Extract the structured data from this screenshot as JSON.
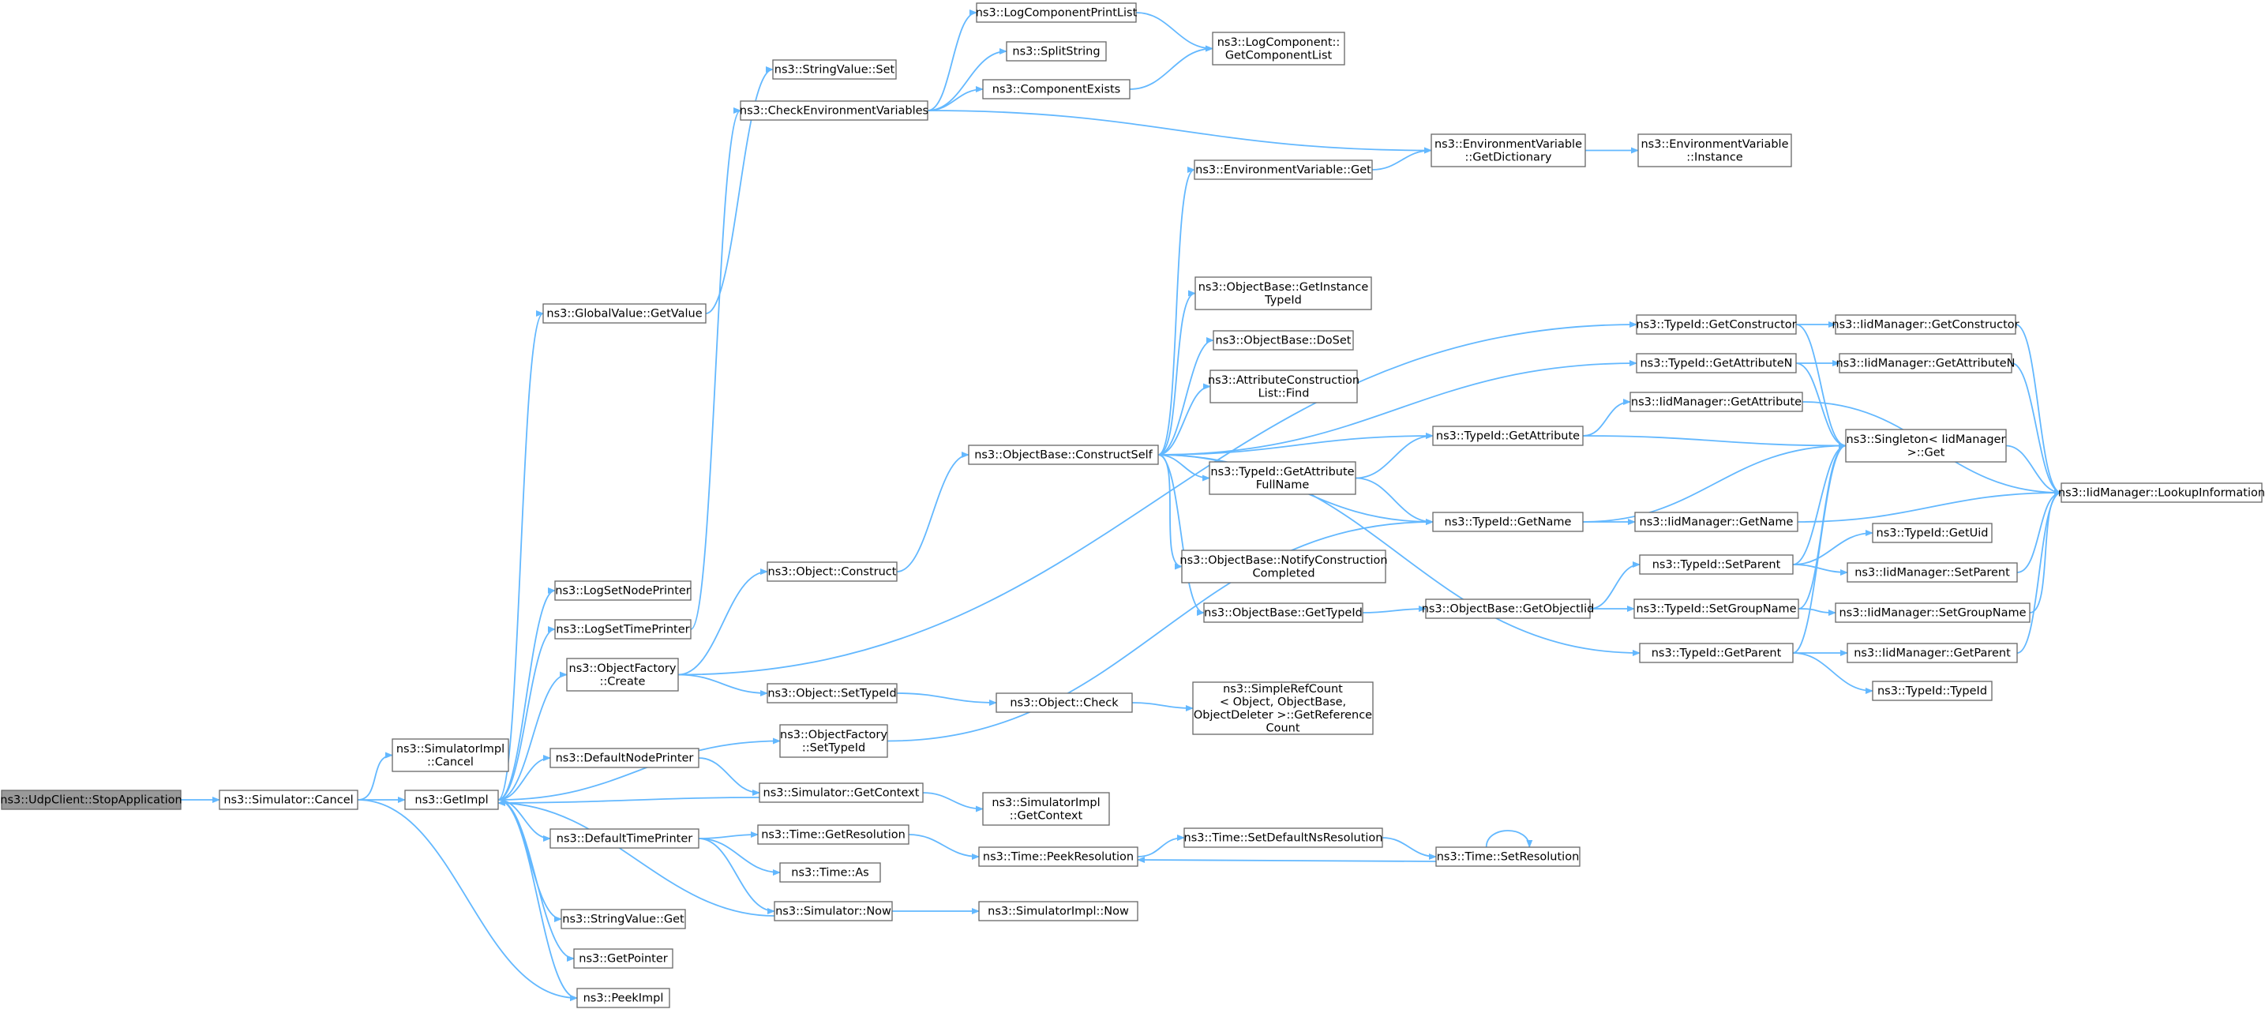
{
  "nodes": [
    {
      "id": "n0",
      "lines": [
        "ns3::UdpClient::StopApplication"
      ],
      "root": true
    },
    {
      "id": "n1",
      "lines": [
        "ns3::Simulator::Cancel"
      ]
    },
    {
      "id": "n2",
      "lines": [
        "ns3::SimulatorImpl",
        "::Cancel"
      ]
    },
    {
      "id": "n3",
      "lines": [
        "ns3::GetImpl"
      ]
    },
    {
      "id": "n4",
      "lines": [
        "ns3::PeekImpl"
      ]
    },
    {
      "id": "n5",
      "lines": [
        "ns3::GlobalValue::GetValue"
      ]
    },
    {
      "id": "n6",
      "lines": [
        "ns3::LogSetNodePrinter"
      ]
    },
    {
      "id": "n7",
      "lines": [
        "ns3::LogSetTimePrinter"
      ]
    },
    {
      "id": "n8",
      "lines": [
        "ns3::ObjectFactory",
        "::Create"
      ]
    },
    {
      "id": "n9",
      "lines": [
        "ns3::DefaultNodePrinter"
      ]
    },
    {
      "id": "n10",
      "lines": [
        "ns3::DefaultTimePrinter"
      ]
    },
    {
      "id": "n11",
      "lines": [
        "ns3::StringValue::Get"
      ]
    },
    {
      "id": "n12",
      "lines": [
        "ns3::GetPointer"
      ]
    },
    {
      "id": "n13",
      "lines": [
        "ns3::StringValue::Set"
      ]
    },
    {
      "id": "n14",
      "lines": [
        "ns3::CheckEnvironmentVariables"
      ]
    },
    {
      "id": "n15",
      "lines": [
        "ns3::Object::Construct"
      ]
    },
    {
      "id": "n16",
      "lines": [
        "ns3::Object::SetTypeId"
      ]
    },
    {
      "id": "n17",
      "lines": [
        "ns3::ObjectFactory",
        "::SetTypeId"
      ]
    },
    {
      "id": "n18",
      "lines": [
        "ns3::Simulator::GetContext"
      ]
    },
    {
      "id": "n19",
      "lines": [
        "ns3::Time::GetResolution"
      ]
    },
    {
      "id": "n20",
      "lines": [
        "ns3::Time::As"
      ]
    },
    {
      "id": "n21",
      "lines": [
        "ns3::Simulator::Now"
      ]
    },
    {
      "id": "n22",
      "lines": [
        "ns3::LogComponentPrintList"
      ]
    },
    {
      "id": "n23",
      "lines": [
        "ns3::SplitString"
      ]
    },
    {
      "id": "n24",
      "lines": [
        "ns3::ComponentExists"
      ]
    },
    {
      "id": "n25",
      "lines": [
        "ns3::ObjectBase::ConstructSelf"
      ]
    },
    {
      "id": "n26",
      "lines": [
        "ns3::Object::Check"
      ]
    },
    {
      "id": "n27",
      "lines": [
        "ns3::SimulatorImpl",
        "::GetContext"
      ]
    },
    {
      "id": "n28",
      "lines": [
        "ns3::Time::PeekResolution"
      ]
    },
    {
      "id": "n29",
      "lines": [
        "ns3::SimulatorImpl::Now"
      ]
    },
    {
      "id": "n30",
      "lines": [
        "ns3::LogComponent::",
        "GetComponentList"
      ]
    },
    {
      "id": "n31",
      "lines": [
        "ns3::EnvironmentVariable::Get"
      ]
    },
    {
      "id": "n32",
      "lines": [
        "ns3::ObjectBase::GetInstance",
        "TypeId"
      ]
    },
    {
      "id": "n33",
      "lines": [
        "ns3::ObjectBase::DoSet"
      ]
    },
    {
      "id": "n34",
      "lines": [
        "ns3::AttributeConstruction",
        "List::Find"
      ]
    },
    {
      "id": "n35",
      "lines": [
        "ns3::TypeId::GetAttribute",
        "FullName"
      ]
    },
    {
      "id": "n36",
      "lines": [
        "ns3::ObjectBase::NotifyConstruction",
        "Completed"
      ]
    },
    {
      "id": "n37",
      "lines": [
        "ns3::ObjectBase::GetTypeId"
      ]
    },
    {
      "id": "n38",
      "lines": [
        "ns3::SimpleRefCount",
        "< Object, ObjectBase,",
        "ObjectDeleter >::GetReference",
        "Count"
      ]
    },
    {
      "id": "n39",
      "lines": [
        "ns3::Time::SetDefaultNsResolution"
      ]
    },
    {
      "id": "n40",
      "lines": [
        "ns3::EnvironmentVariable",
        "::GetDictionary"
      ]
    },
    {
      "id": "n41",
      "lines": [
        "ns3::TypeId::GetAttribute"
      ]
    },
    {
      "id": "n42",
      "lines": [
        "ns3::TypeId::GetName"
      ]
    },
    {
      "id": "n43",
      "lines": [
        "ns3::ObjectBase::GetObjectIid"
      ]
    },
    {
      "id": "n44",
      "lines": [
        "ns3::Time::SetResolution"
      ]
    },
    {
      "id": "n45",
      "lines": [
        "ns3::EnvironmentVariable",
        "::Instance"
      ]
    },
    {
      "id": "n46",
      "lines": [
        "ns3::TypeId::GetConstructor"
      ]
    },
    {
      "id": "n47",
      "lines": [
        "ns3::TypeId::GetAttributeN"
      ]
    },
    {
      "id": "n48",
      "lines": [
        "ns3::IidManager::GetAttribute"
      ]
    },
    {
      "id": "n49",
      "lines": [
        "ns3::IidManager::GetName"
      ]
    },
    {
      "id": "n50",
      "lines": [
        "ns3::TypeId::SetParent"
      ]
    },
    {
      "id": "n51",
      "lines": [
        "ns3::TypeId::SetGroupName"
      ]
    },
    {
      "id": "n52",
      "lines": [
        "ns3::TypeId::GetParent"
      ]
    },
    {
      "id": "n53",
      "lines": [
        "ns3::IidManager::GetConstructor"
      ]
    },
    {
      "id": "n54",
      "lines": [
        "ns3::IidManager::GetAttributeN"
      ]
    },
    {
      "id": "n55",
      "lines": [
        "ns3::Singleton< IidManager",
        ">::Get"
      ]
    },
    {
      "id": "n56",
      "lines": [
        "ns3::TypeId::GetUid"
      ]
    },
    {
      "id": "n57",
      "lines": [
        "ns3::IidManager::SetParent"
      ]
    },
    {
      "id": "n58",
      "lines": [
        "ns3::IidManager::SetGroupName"
      ]
    },
    {
      "id": "n59",
      "lines": [
        "ns3::IidManager::GetParent"
      ]
    },
    {
      "id": "n60",
      "lines": [
        "ns3::TypeId::TypeId"
      ]
    },
    {
      "id": "n61",
      "lines": [
        "ns3::IidManager::LookupInformation"
      ]
    }
  ],
  "edges": [
    [
      "n0",
      "n1"
    ],
    [
      "n1",
      "n2"
    ],
    [
      "n1",
      "n3"
    ],
    [
      "n1",
      "n4"
    ],
    [
      "n3",
      "n4"
    ],
    [
      "n3",
      "n5"
    ],
    [
      "n3",
      "n6"
    ],
    [
      "n3",
      "n7"
    ],
    [
      "n3",
      "n8"
    ],
    [
      "n3",
      "n9"
    ],
    [
      "n3",
      "n10"
    ],
    [
      "n3",
      "n11"
    ],
    [
      "n3",
      "n12"
    ],
    [
      "n3",
      "n17"
    ],
    [
      "n5",
      "n13"
    ],
    [
      "n7",
      "n14"
    ],
    [
      "n8",
      "n15"
    ],
    [
      "n8",
      "n16"
    ],
    [
      "n8",
      "n46"
    ],
    [
      "n9",
      "n18"
    ],
    [
      "n18",
      "n3"
    ],
    [
      "n18",
      "n27"
    ],
    [
      "n10",
      "n19"
    ],
    [
      "n10",
      "n20"
    ],
    [
      "n10",
      "n21"
    ],
    [
      "n21",
      "n3"
    ],
    [
      "n21",
      "n29"
    ],
    [
      "n19",
      "n28"
    ],
    [
      "n28",
      "n39"
    ],
    [
      "n39",
      "n44"
    ],
    [
      "n44",
      "n28"
    ],
    [
      "n44",
      "n44"
    ],
    [
      "n14",
      "n22"
    ],
    [
      "n14",
      "n23"
    ],
    [
      "n14",
      "n24"
    ],
    [
      "n14",
      "n40"
    ],
    [
      "n22",
      "n30"
    ],
    [
      "n24",
      "n30"
    ],
    [
      "n40",
      "n45"
    ],
    [
      "n15",
      "n25"
    ],
    [
      "n16",
      "n26"
    ],
    [
      "n26",
      "n38"
    ],
    [
      "n17",
      "n42"
    ],
    [
      "n25",
      "n31"
    ],
    [
      "n25",
      "n32"
    ],
    [
      "n25",
      "n33"
    ],
    [
      "n25",
      "n34"
    ],
    [
      "n25",
      "n35"
    ],
    [
      "n25",
      "n36"
    ],
    [
      "n25",
      "n37"
    ],
    [
      "n25",
      "n41"
    ],
    [
      "n25",
      "n42"
    ],
    [
      "n25",
      "n47"
    ],
    [
      "n25",
      "n52"
    ],
    [
      "n31",
      "n40"
    ],
    [
      "n35",
      "n41"
    ],
    [
      "n35",
      "n42"
    ],
    [
      "n37",
      "n43"
    ],
    [
      "n43",
      "n50"
    ],
    [
      "n43",
      "n51"
    ],
    [
      "n41",
      "n48"
    ],
    [
      "n41",
      "n55"
    ],
    [
      "n42",
      "n49"
    ],
    [
      "n42",
      "n55"
    ],
    [
      "n46",
      "n53"
    ],
    [
      "n46",
      "n55"
    ],
    [
      "n47",
      "n54"
    ],
    [
      "n47",
      "n55"
    ],
    [
      "n48",
      "n61"
    ],
    [
      "n49",
      "n61"
    ],
    [
      "n50",
      "n56"
    ],
    [
      "n50",
      "n57"
    ],
    [
      "n50",
      "n55"
    ],
    [
      "n51",
      "n58"
    ],
    [
      "n51",
      "n55"
    ],
    [
      "n52",
      "n59"
    ],
    [
      "n52",
      "n60"
    ],
    [
      "n52",
      "n55"
    ],
    [
      "n53",
      "n61"
    ],
    [
      "n54",
      "n61"
    ],
    [
      "n55",
      "n61"
    ],
    [
      "n57",
      "n61"
    ],
    [
      "n58",
      "n61"
    ],
    [
      "n59",
      "n61"
    ]
  ]
}
